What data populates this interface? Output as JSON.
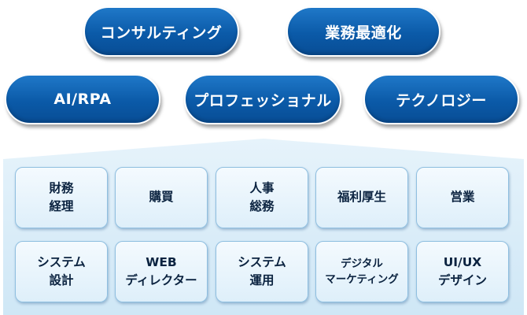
{
  "pillars": [
    {
      "label": "コンサルティング"
    },
    {
      "label": "業務最適化"
    },
    {
      "label": "AI/RPA"
    },
    {
      "label": "プロフェッショナル"
    },
    {
      "label": "テクノロジー"
    }
  ],
  "services": [
    {
      "label": "財務\n経理"
    },
    {
      "label": "購買"
    },
    {
      "label": "人事\n総務"
    },
    {
      "label": "福利厚生"
    },
    {
      "label": "営業"
    },
    {
      "label": "システム\n設計"
    },
    {
      "label": "WEB\nディレクター"
    },
    {
      "label": "システム\n運用"
    },
    {
      "label": "デジタル\nマーケティング"
    },
    {
      "label": "UI/UX\nデザイン"
    }
  ],
  "colors": {
    "pill": "#0b5aa8",
    "platform": "#dbeef9",
    "cell_text": "#0b2340"
  }
}
